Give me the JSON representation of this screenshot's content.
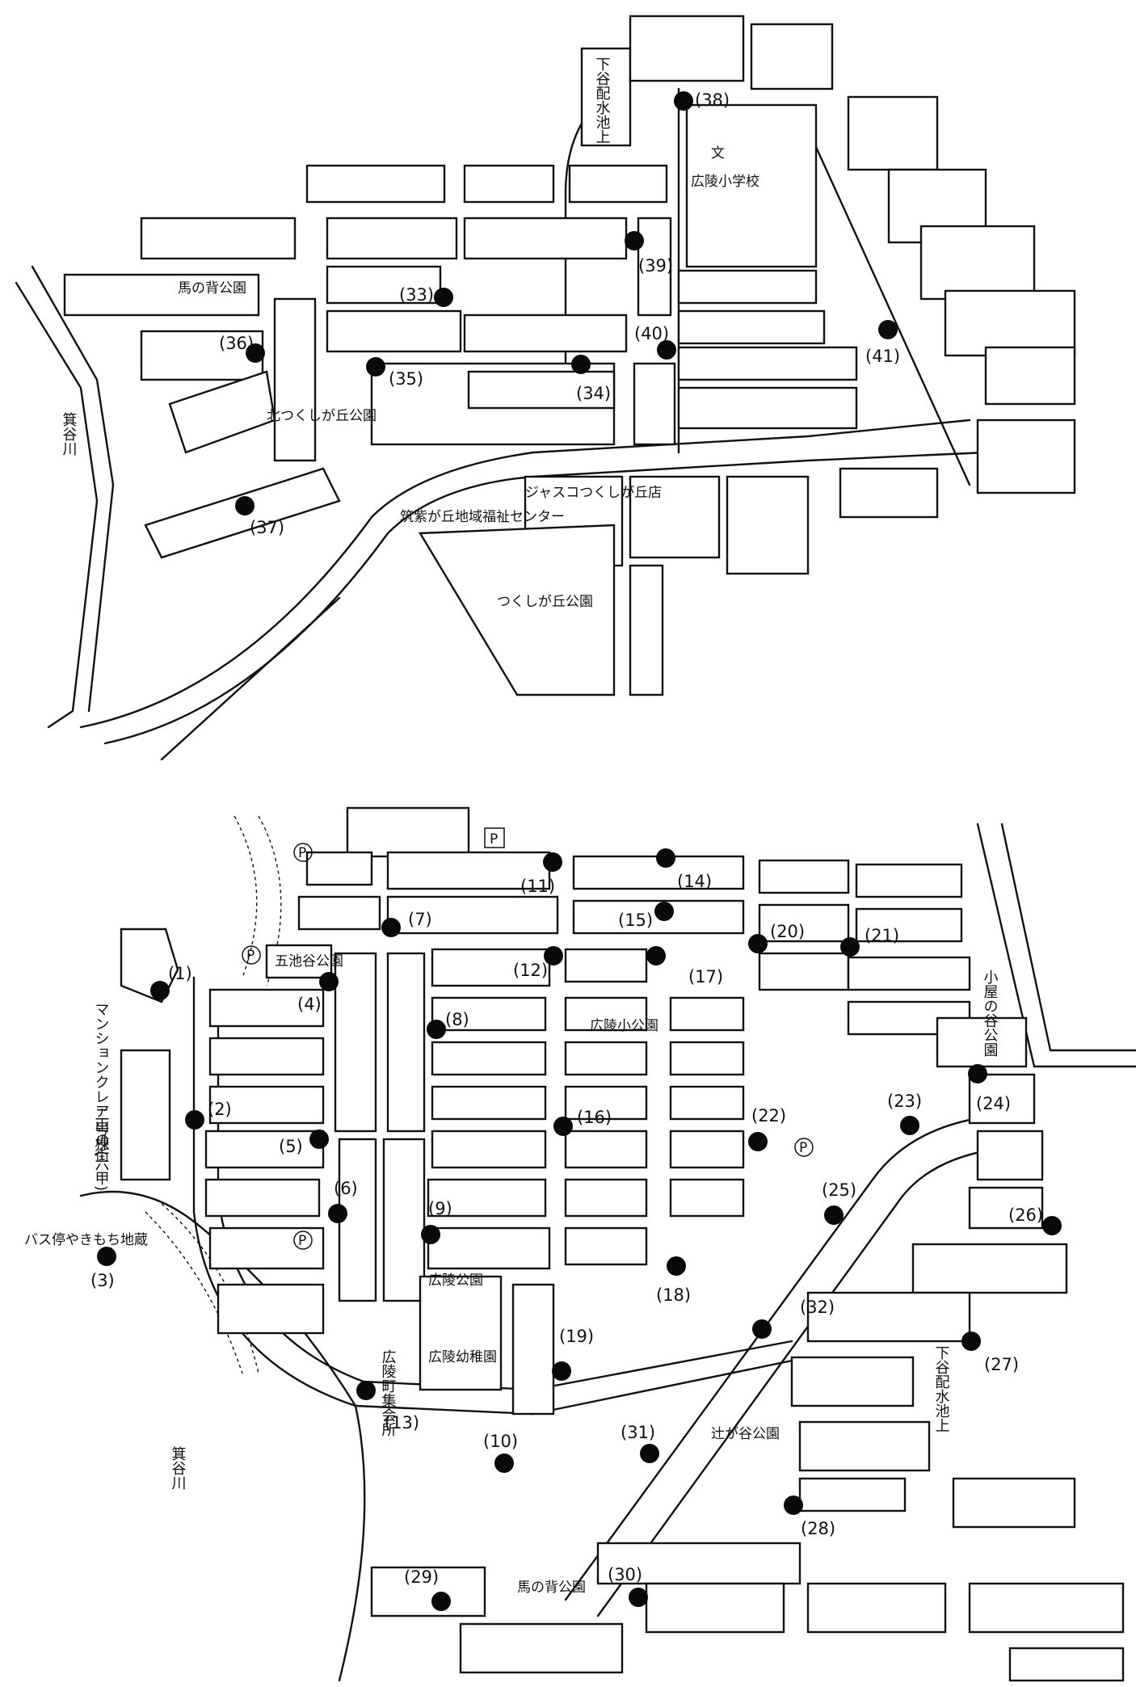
{
  "maps": {
    "top": {
      "places": {
        "uma_top": "馬の背公園",
        "kita_park": "北つくしが丘公園",
        "center": "筑紫が丘地域福祉センター",
        "jusco": "ジャスコつくしが丘店",
        "tsukushi_park": "つくしが丘公園",
        "school_mark": "文",
        "school": "広陵小学校",
        "reservoir_top": "下谷配水池上",
        "river_top": "箕谷川"
      },
      "markers": [
        "(33)",
        "(34)",
        "(35)",
        "(36)",
        "(37)",
        "(38)",
        "(39)",
        "(40)",
        "(41)"
      ]
    },
    "bottom": {
      "places": {
        "mansion": "マンションクレア山の街",
        "building2": "二号棟(六甲)",
        "bus_stop": "バス停やきもち地蔵",
        "goike_park": "五池谷公園",
        "koryo_small_park": "広陵小公園",
        "koryo_park": "広陵公園",
        "kindergarten": "広陵幼稚園",
        "hall": "広陵町集会所",
        "koya_park": "小屋の谷公園",
        "tsujigatani_park": "辻が谷公園",
        "reservoir_bottom": "下谷配水池上",
        "uma_bottom": "馬の背公園",
        "river_bottom": "箕谷川",
        "parking": "P"
      },
      "markers": [
        "(1)",
        "(2)",
        "(3)",
        "(4)",
        "(5)",
        "(6)",
        "(7)",
        "(8)",
        "(9)",
        "(10)",
        "(11)",
        "(12)",
        "(13)",
        "(14)",
        "(15)",
        "(16)",
        "(17)",
        "(18)",
        "(19)",
        "(20)",
        "(21)",
        "(22)",
        "(23)",
        "(24)",
        "(25)",
        "(26)",
        "(27)",
        "(28)",
        "(29)",
        "(30)",
        "(31)",
        "(32)"
      ]
    }
  }
}
